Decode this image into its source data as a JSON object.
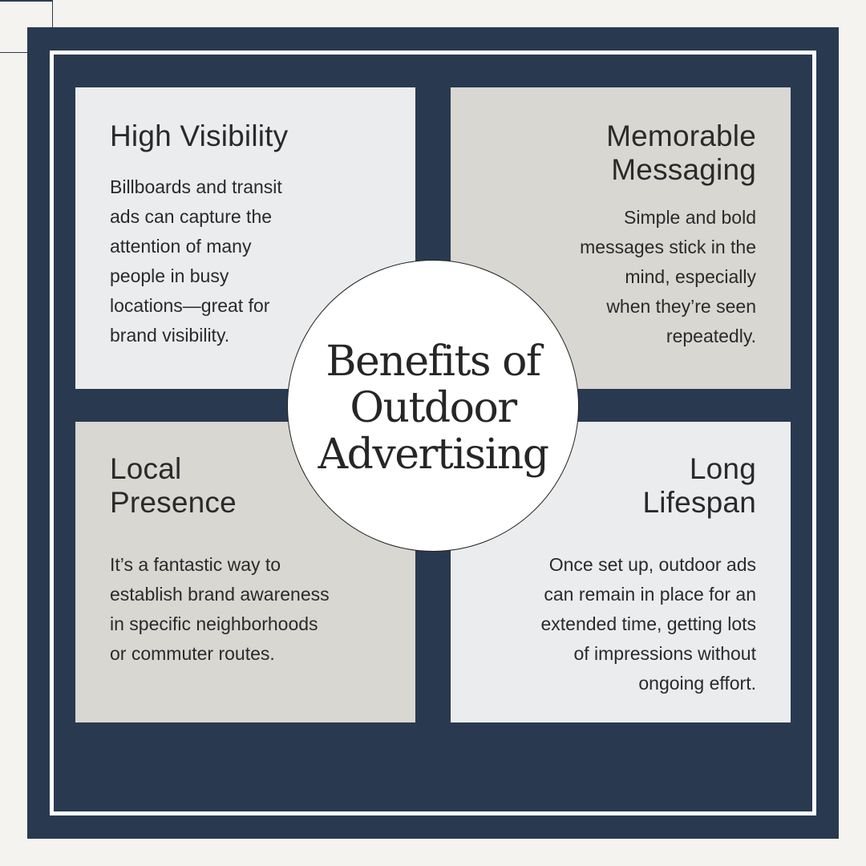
{
  "center": {
    "title": "Benefits of\nOutdoor\nAdvertising"
  },
  "cards": {
    "top_left": {
      "title": "High Visibility",
      "body": " Billboards and transit\nads can capture the\nattention of many\npeople in busy\nlocations—great for\nbrand visibility."
    },
    "top_right": {
      "title": "Memorable\nMessaging",
      "body": "Simple and bold\nmessages stick in the\nmind, especially\nwhen they’re seen\nrepeatedly."
    },
    "bottom_left": {
      "title": "Local\nPresence",
      "body": "It’s a fantastic way to\nestablish brand awareness\nin specific neighborhoods\nor commuter routes."
    },
    "bottom_right": {
      "title": "Long\nLifespan",
      "body": "Once set up, outdoor ads\ncan remain in place for an\nextended time, getting lots\nof impressions without\nongoing effort."
    }
  },
  "colors": {
    "frame": "#293a50",
    "background": "#f4f3ef",
    "card_light": "#ebecee",
    "card_grey": "#d8d7d2",
    "circle": "#ffffff"
  }
}
